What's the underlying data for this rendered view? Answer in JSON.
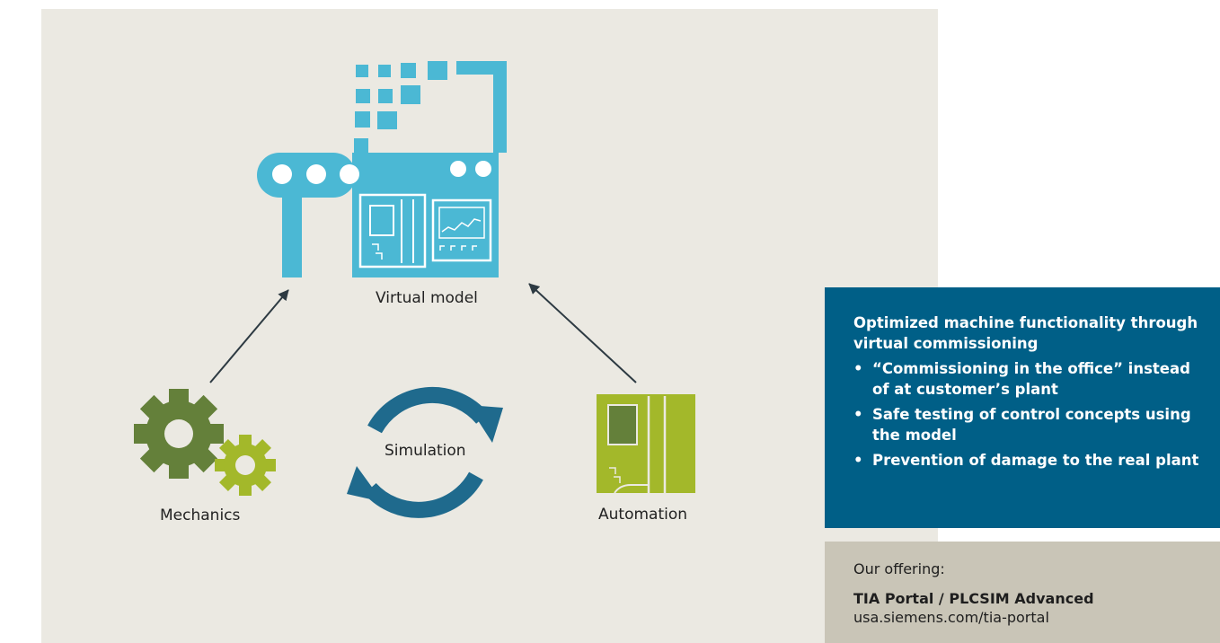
{
  "diagram": {
    "labels": {
      "virtual_model": "Virtual model",
      "simulation": "Simulation",
      "mechanics": "Mechanics",
      "automation": "Automation"
    },
    "colors": {
      "background": "#ebe9e2",
      "factory": "#4bb8d4",
      "gear_dark": "#64803a",
      "gear_light": "#a3b82a",
      "automation_panel": "#a3b82a",
      "automation_screen": "#64803a",
      "cycle_arrows": "#1f6a8d",
      "connector_arrows": "#2d3a42"
    },
    "icons": [
      "factory-icon",
      "gears-icon",
      "plc-controller-icon",
      "cycle-arrows-icon"
    ]
  },
  "info_box": {
    "title": "Optimized machine functionality through virtual commissioning",
    "bullet_glyph": "•",
    "bullets": [
      "“Commissioning in the office” instead of at customer’s plant",
      "Safe testing of control concepts using the model",
      "Prevention of damage to the real plant"
    ],
    "background_color": "#005f87"
  },
  "offering": {
    "label": "Our offering:",
    "product": "TIA Portal / PLCSIM Advanced",
    "url": "usa.siemens.com/tia-portal",
    "background_color": "#c9c5b7"
  }
}
